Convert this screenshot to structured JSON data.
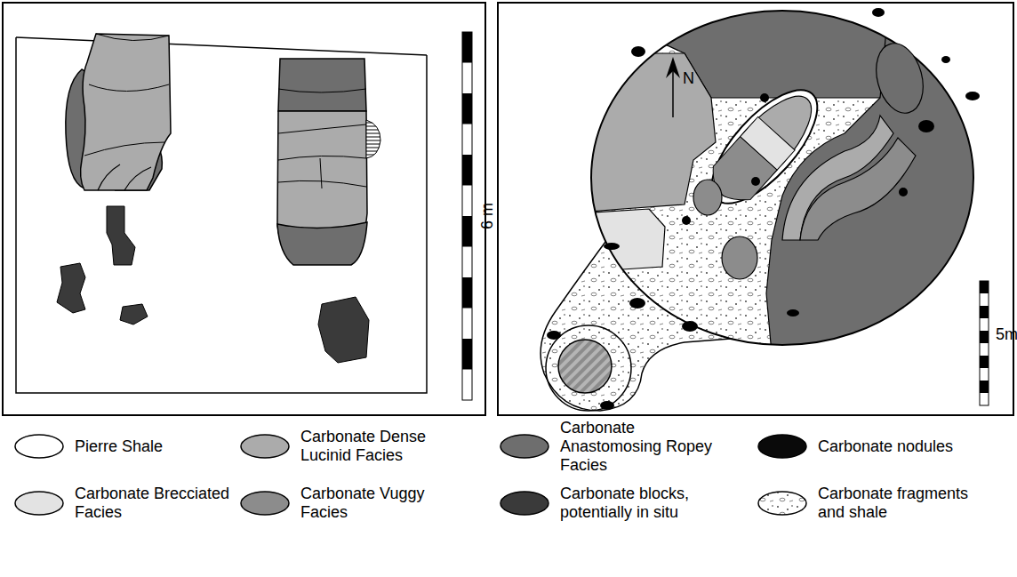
{
  "diagram": {
    "labels": [
      "6 m",
      "N",
      "5m"
    ],
    "legend": [
      {
        "text": "Pierre Shale",
        "color": "#ffffff"
      },
      {
        "text": "Carbonate Dense Lucinid Facies",
        "color": "#ababab"
      },
      {
        "text": "Carbonate Anastomosing Ropey Facies",
        "color": "#6e6e6e"
      },
      {
        "text": "Carbonate nodules",
        "color": "#0a0a0a"
      },
      {
        "text": "Carbonate Brecciated Facies",
        "color": "#e3e3e3"
      },
      {
        "text": "Carbonate Vuggy Facies",
        "color": "#8c8c8c"
      },
      {
        "text": "Carbonate blocks, potentially in situ",
        "color": "#3a3a3a"
      },
      {
        "text": "Carbonate fragments and shale"
      }
    ]
  }
}
